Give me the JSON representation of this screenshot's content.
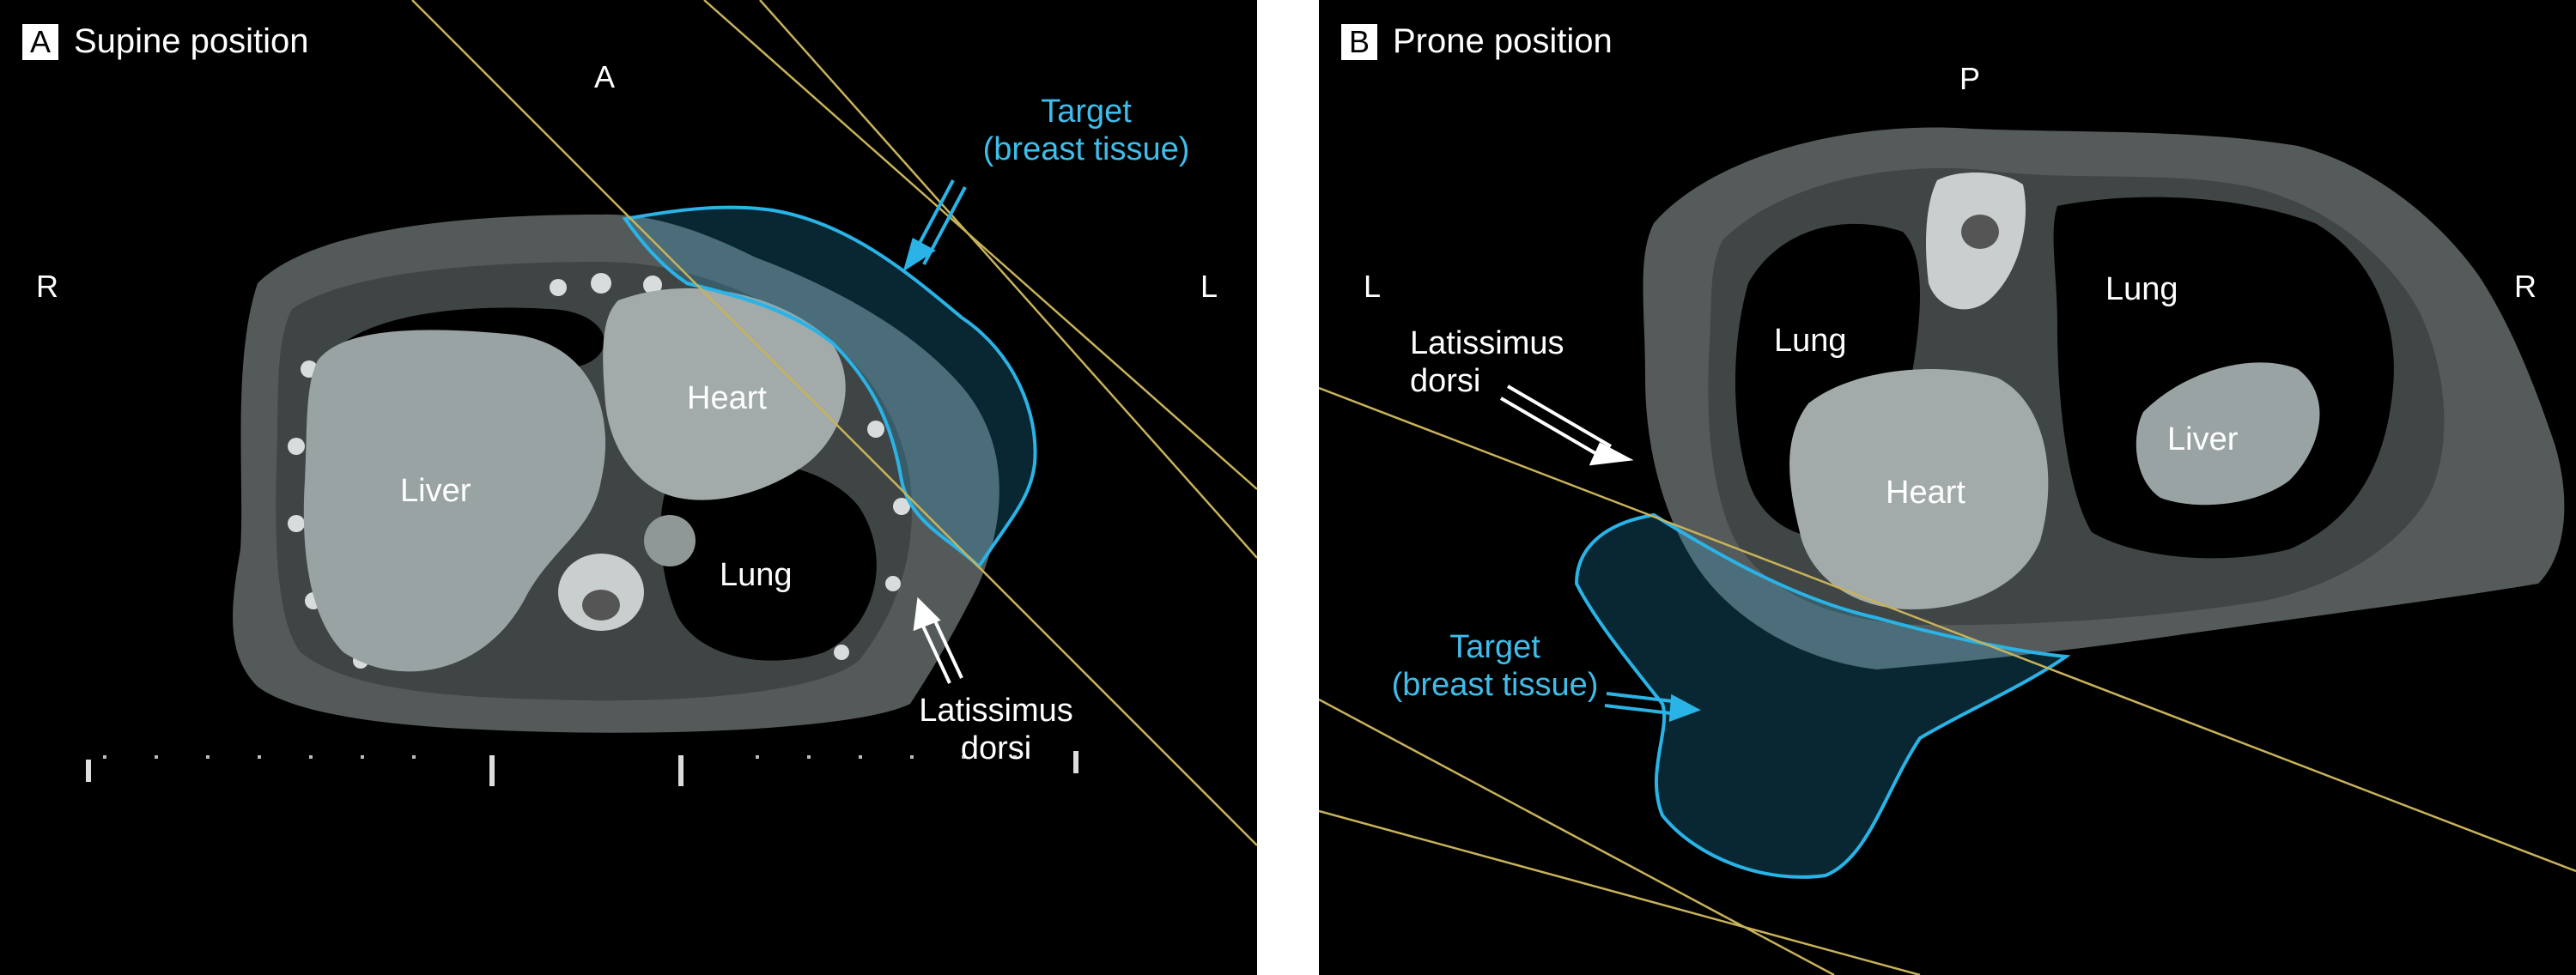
{
  "colors": {
    "target_outline": "#2ab3e6",
    "target_text": "#3fbcea",
    "beam_lines": "#c8b25a",
    "background": "#000000"
  },
  "panel_a": {
    "letter": "A",
    "title": "Supine position",
    "orientation": {
      "top": "A",
      "left": "R",
      "right": "L"
    },
    "labels": {
      "heart": "Heart",
      "liver": "Liver",
      "lung": "Lung",
      "target_line1": "Target",
      "target_line2": "(breast tissue)",
      "lat_line1": "Latissimus",
      "lat_line2": "dorsi"
    }
  },
  "panel_b": {
    "letter": "B",
    "title": "Prone position",
    "orientation": {
      "top": "P",
      "left": "L",
      "right": "R"
    },
    "labels": {
      "lung_left": "Lung",
      "lung_right": "Lung",
      "heart": "Heart",
      "liver": "Liver",
      "target_line1": "Target",
      "target_line2": "(breast tissue)",
      "lat_line1": "Latissimus",
      "lat_line2": "dorsi"
    }
  }
}
